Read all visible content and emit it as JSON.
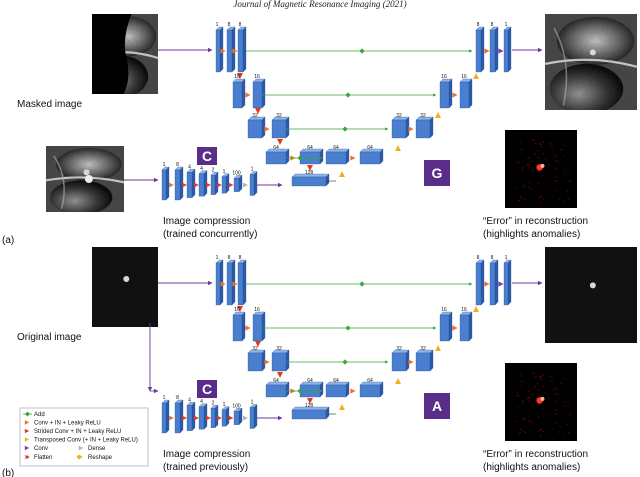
{
  "header": {
    "text": "Journal of Magnetic Resonance Imaging (2021)"
  },
  "panels": [
    {
      "id": "a",
      "tag": "(a)",
      "input_label": "Masked image",
      "gen_badge": "G",
      "comp_badge": "C",
      "comp_caption": [
        "Image compression",
        "(trained concurrently)"
      ],
      "error_caption": [
        "“Error” in reconstruction",
        "(highlights anomalies)"
      ],
      "enc_numbers": {
        "l0": [
          "1",
          "8",
          "8"
        ],
        "l1": [
          "16",
          "16"
        ],
        "l2": [
          "32",
          "32"
        ],
        "l3": [
          "64",
          "64"
        ],
        "b": [
          "128"
        ]
      },
      "dec_numbers": {
        "l0": [
          "8",
          "8",
          "1"
        ],
        "l1": [
          "16",
          "16"
        ],
        "l2": [
          "32",
          "32"
        ],
        "l3": [
          "64",
          "64"
        ]
      },
      "comp_numbers": [
        "1",
        "8",
        "4",
        "4",
        "2",
        "1",
        "100",
        "1"
      ]
    },
    {
      "id": "b",
      "tag": "(b)",
      "input_label": "Original image",
      "gen_badge": "A",
      "comp_badge": "C",
      "comp_caption": [
        "Image compression",
        "(trained previously)"
      ],
      "error_caption": [
        "“Error” in reconstruction",
        "(highlights anomalies)"
      ],
      "enc_numbers": {
        "l0": [
          "1",
          "8",
          "8"
        ],
        "l1": [
          "16",
          "16"
        ],
        "l2": [
          "32",
          "32"
        ],
        "l3": [
          "64",
          "64"
        ],
        "b": [
          "128"
        ]
      },
      "dec_numbers": {
        "l0": [
          "8",
          "8",
          "1"
        ],
        "l1": [
          "16",
          "16"
        ],
        "l2": [
          "32",
          "32"
        ],
        "l3": [
          "64",
          "64"
        ]
      },
      "comp_numbers": [
        "1",
        "8",
        "4",
        "4",
        "2",
        "1",
        "100",
        "1"
      ]
    }
  ],
  "legend": {
    "items": [
      {
        "label": "Add",
        "marker": "add",
        "color": "#3aa53a"
      },
      {
        "label": "Conv + IN + Leaky ReLU",
        "marker": "tri-right",
        "color": "#e8742a"
      },
      {
        "label": "Strided Conv + IN + Leaky ReLU",
        "marker": "tri-down",
        "color": "#e23a1e"
      },
      {
        "label": "Transposed Conv (+ IN + Leaky ReLU)",
        "marker": "tri-up",
        "color": "#f0b020"
      },
      {
        "label": "Conv",
        "marker": "tri-right",
        "color": "#7b3fa0"
      },
      {
        "label": "Dense",
        "marker": "tri-right",
        "color": "#aab2bb"
      },
      {
        "label": "Flatten",
        "marker": "flatten",
        "color": "#e23a1e"
      },
      {
        "label": "Reshape",
        "marker": "reshape",
        "color": "#f0b020"
      }
    ]
  },
  "colors": {
    "block": "#4a7fd0",
    "block_side": "#2c5aa8",
    "block_top": "#8fb4ea",
    "skip": "#3aa53a",
    "badge": "#5b2d8a",
    "arrow": "#6a3a9a",
    "flow": "#333333"
  },
  "icons": [
    "mri-knee-image",
    "error-heatmap-image"
  ]
}
